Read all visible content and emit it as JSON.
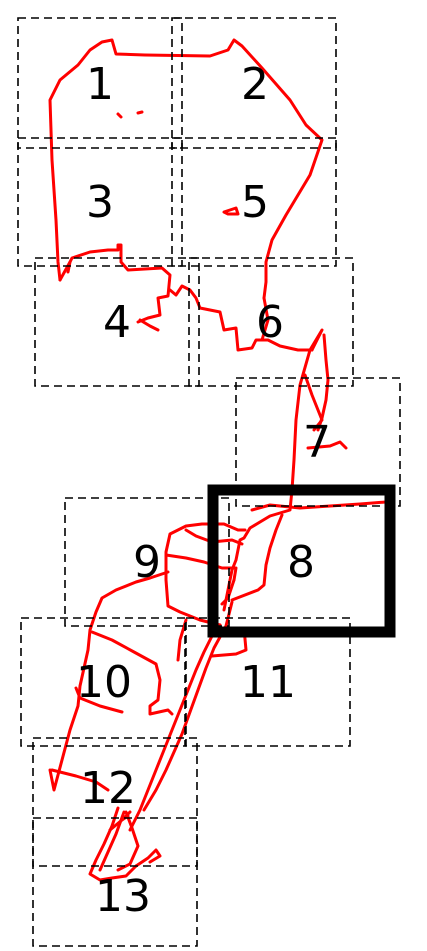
{
  "colors": {
    "route": "#ff0000",
    "tile_border": "#000000",
    "background": "#ffffff"
  },
  "tiles": [
    {
      "id": "1",
      "label": "1",
      "selected": false
    },
    {
      "id": "2",
      "label": "2",
      "selected": false
    },
    {
      "id": "3",
      "label": "3",
      "selected": false
    },
    {
      "id": "5",
      "label": "5",
      "selected": false
    },
    {
      "id": "4",
      "label": "4",
      "selected": false
    },
    {
      "id": "6",
      "label": "6",
      "selected": false
    },
    {
      "id": "7",
      "label": "7",
      "selected": false
    },
    {
      "id": "9",
      "label": "9",
      "selected": false
    },
    {
      "id": "8",
      "label": "8",
      "selected": true
    },
    {
      "id": "10",
      "label": "10",
      "selected": false
    },
    {
      "id": "11",
      "label": "11",
      "selected": false
    },
    {
      "id": "12",
      "label": "12",
      "selected": false
    },
    {
      "id": "13",
      "label": "13",
      "selected": false
    }
  ]
}
